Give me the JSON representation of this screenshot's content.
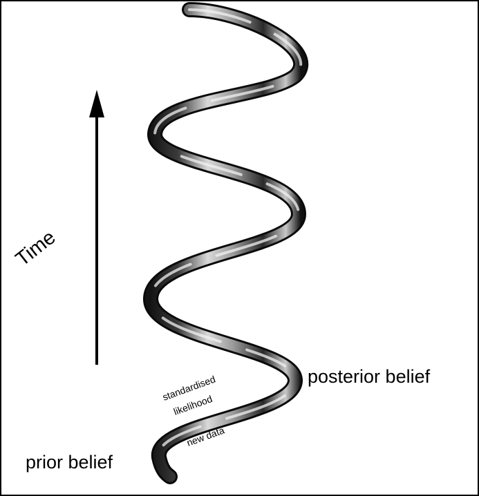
{
  "labels": {
    "time": "Time",
    "posterior": "posterior belief",
    "prior": "prior belief",
    "likelihood_line1": "standardised",
    "likelihood_line2": "likelihood",
    "new_data": "new data"
  },
  "colors": {
    "ink": "#000000",
    "background": "#ffffff",
    "spiral_light": "#f2f2f2",
    "spiral_mid": "#8c8c8c",
    "spiral_dark": "#141414"
  }
}
